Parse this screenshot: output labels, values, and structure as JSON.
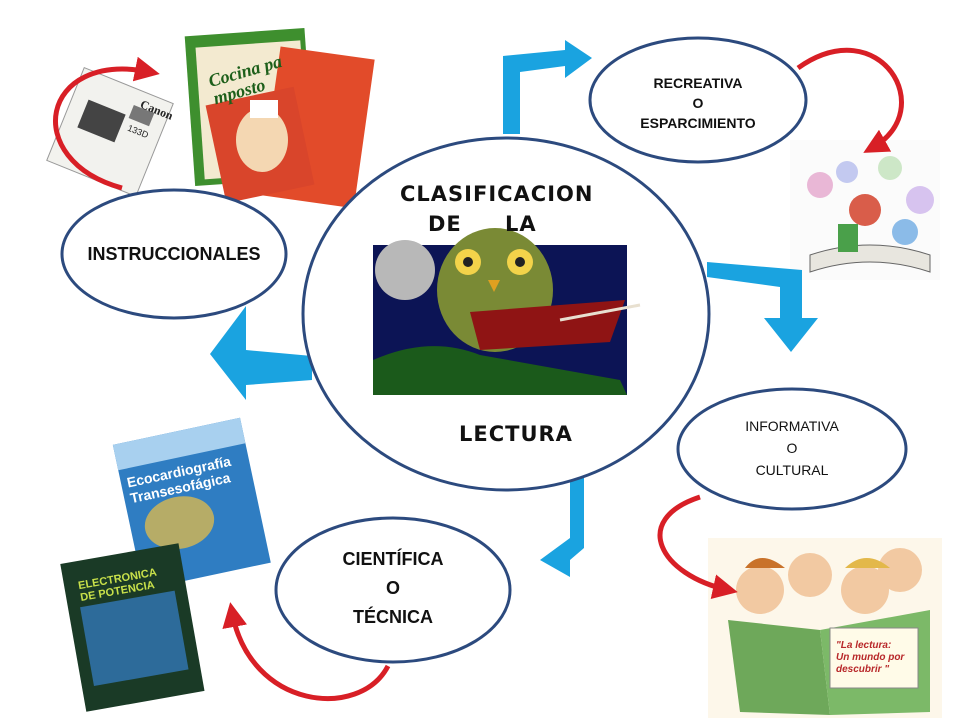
{
  "center": {
    "title_line1": "CLASIFICACION",
    "title_line2_a": "DE",
    "title_line2_b": "LA",
    "bottom_word": "LECTURA"
  },
  "nodes": {
    "instruccionales": "INSTRUCCIONALES",
    "recreativa": "RECREATIVA\nO\nESPARCIMIENTO",
    "informativa": "INFORMATIVA\nO\nCULTURAL",
    "cientifica": "CIENTÍFICA\nO\nTÉCNICA"
  },
  "images": {
    "instruction_manual": {
      "brand": "Canon",
      "model": "133D"
    },
    "cookbooks": {
      "title": "Cocina pa\nmposto"
    },
    "science_books": {
      "book1": "Ecocardiografía\nTransesofágica",
      "book2": "ELECTRONICA\nDE POTENCIA"
    },
    "reading_kids": {
      "caption": "\"La lectura:\nUn mundo por\ndescubrir \""
    }
  },
  "colors": {
    "node_border": "#2c4a7e",
    "flow_arrow": "#1aa3e0",
    "cycle_arrow": "#e01e25"
  }
}
